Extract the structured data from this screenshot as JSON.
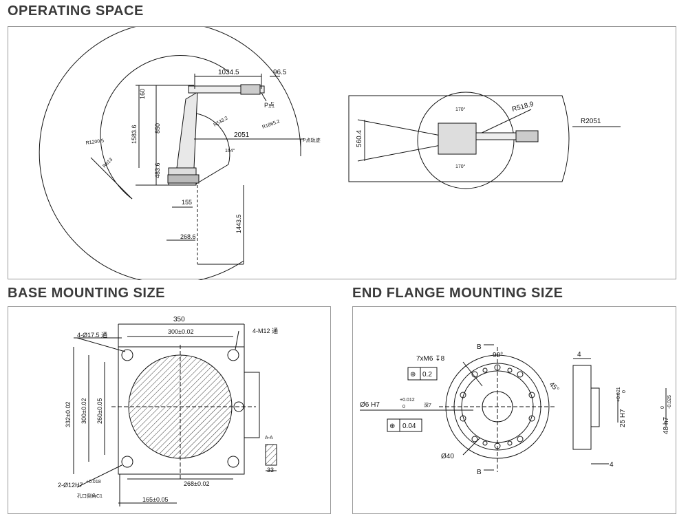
{
  "headings": {
    "operating_space": "OPERATING SPACE",
    "base_mounting": "BASE MOUNTING SIZE",
    "end_flange": "END FLANGE MOUNTING SIZE"
  },
  "operating_space": {
    "side_view": {
      "dim_top_reach": "1034.5",
      "dim_flange_offset": "96.5",
      "dim_160": "160",
      "dim_850": "850",
      "dim_1583": "1583.6",
      "dim_483": "483.6",
      "dim_155": "155",
      "dim_268": "268.6",
      "dim_1443": "1443.5",
      "dim_2051": "2051",
      "r_1200": "R1200.5",
      "r_813": "R813",
      "r_533": "R533.2",
      "r_1865": "R1865.2",
      "p_point": "P点",
      "p_trajectory": "P点轨迹",
      "angle_label": "164°"
    },
    "top_view": {
      "angle_top": "170°",
      "angle_bottom": "170°",
      "r_518": "R518.9",
      "r_2051": "R2051",
      "dim_560": "560.4"
    }
  },
  "base_mounting": {
    "dim_350": "350",
    "dim_300_top": "300±0.02",
    "dim_332": "332±0.02",
    "dim_300_left": "300±0.02",
    "dim_260": "260±0.05",
    "dim_268": "268±0.02",
    "dim_165": "165±0.05",
    "holes_4x17": "4-Ø17.5 通",
    "holes_m12": "4-M12 通",
    "holes_2x12": "2-Ø12H7",
    "holes_2x12_tol": "+0.018",
    "chamfer_note": "孔口倒角C1",
    "section_label": "A-A",
    "section_dim": "33"
  },
  "end_flange": {
    "section_b_top": "B",
    "section_b_bottom": "B",
    "angle_90": "90°",
    "angle_45": "45°",
    "thread_label": "7xM6 ↧8",
    "position_tol_1": "0.2",
    "pin_label": "Ø6  H7",
    "pin_tol_upper": "+0.012",
    "pin_tol_lower": "0",
    "pin_depth": "深7",
    "position_tol_2": "0.04",
    "dia_40": "Ø40",
    "dim_4_top": "4",
    "dim_4_bottom": "4",
    "dim_25": "25  H7",
    "dim_25_tol_upper": "+0.021",
    "dim_25_tol_lower": "0",
    "dim_48": "48  h7",
    "dim_48_tol_upper": "0",
    "dim_48_tol_lower": "-0.025",
    "position_symbol": "⊕"
  }
}
